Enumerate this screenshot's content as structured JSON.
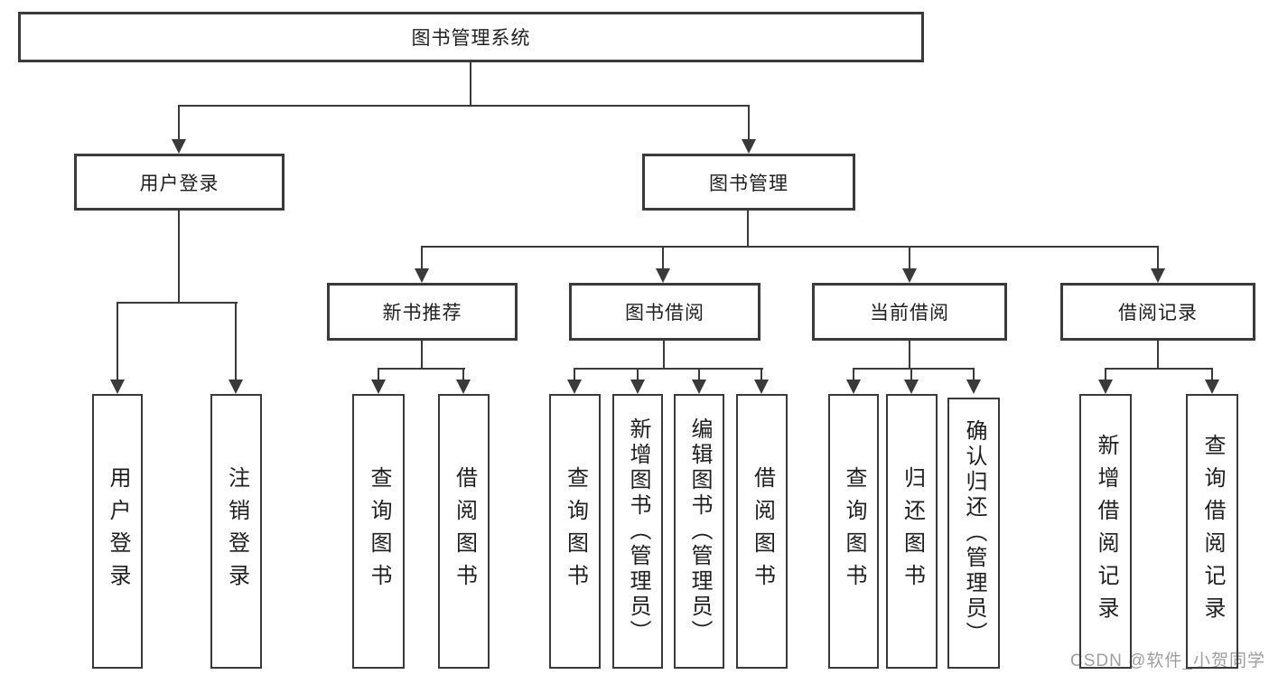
{
  "nodes": {
    "root": "图书管理系统",
    "user_login": "用户登录",
    "book_mgmt": "图书管理",
    "new_book_rec": "新书推荐",
    "book_borrow": "图书借阅",
    "current_borrow": "当前借阅",
    "borrow_record": "借阅记录",
    "leaves": {
      "user_login": "用户登录",
      "user_logout": "注销登录",
      "query_book_rec": "查询图书",
      "borrow_book_rec": "借阅图书",
      "query_book_borrow": "查询图书",
      "add_book_admin": "新增图书（管理员）",
      "edit_book_admin": "编辑图书（管理员）",
      "borrow_book": "借阅图书",
      "query_book_current": "查询图书",
      "return_book": "归还图书",
      "confirm_return_admin": "确认归还（管理员）",
      "add_borrow_record": "新增借阅记录",
      "query_borrow_record": "查询借阅记录"
    }
  },
  "watermark": "CSDN @软件_小贺同学",
  "colors": {
    "line": "#3a3a3a",
    "text": "#1f1f1f",
    "watermark": "#9e9e9e",
    "background": "#ffffff"
  }
}
